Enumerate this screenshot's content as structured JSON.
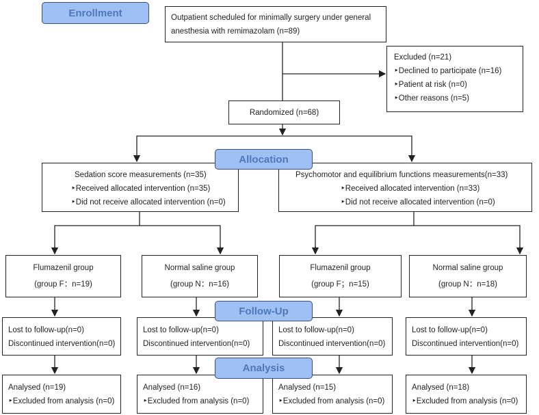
{
  "stages": {
    "enrollment": "Enrollment",
    "allocation": "Allocation",
    "followup": "Follow-Up",
    "analysis": "Analysis"
  },
  "enrollment": {
    "line1": "Outpatient scheduled for minimally surgery under general",
    "line2": "anesthesia with remimazolam (n=89)"
  },
  "excluded": {
    "title": "Excluded (n=21)",
    "items": [
      "‣Declined to participate (n=16)",
      "‣Patient at risk (n=0)",
      "‣Other reasons (n=5)"
    ]
  },
  "randomized": "Randomized (n=68)",
  "allocation": [
    {
      "title": "Sedation score measurements (n=35)",
      "received": "‣Received allocated intervention (n=35)",
      "not_received": "‣Did not receive allocated intervention (n=0)"
    },
    {
      "title": "Psychomotor and equilibrium functions measurements(n=33)",
      "received": "‣Received allocated intervention (n=33)",
      "not_received": "‣Did not receive allocated intervention (n=0)"
    }
  ],
  "groups": [
    {
      "name": "Flumazenil group",
      "n": "(group F：n=19)",
      "lost": "Lost to follow-up(n=0)",
      "disc": "Discontinued intervention(n=0)",
      "analysed": "Analysed (n=19)",
      "excl": "‣Excluded from analysis (n=0)"
    },
    {
      "name": "Normal saline group",
      "n": "(group N：n=16)",
      "lost": "Lost to follow-up(n=0)",
      "disc": "Discontinued intervention(n=0)",
      "analysed": "Analysed (n=16)",
      "excl": "‣Excluded from analysis (n=0)"
    },
    {
      "name": "Flumazenil group",
      "n": "(group F；n=15)",
      "lost": "Lost to follow-up(n=0)",
      "disc": "Discontinued intervention(n=0)",
      "analysed": "Analysed (n=15)",
      "excl": "‣Excluded from analysis (n=0)"
    },
    {
      "name": "Normal saline group",
      "n": "(group N：n=18)",
      "lost": "Lost to follow-up(n=0)",
      "disc": "Discontinued intervention(n=0)",
      "analysed": "Analysed (n=18)",
      "excl": "‣Excluded from analysis (n=0)"
    }
  ],
  "colors": {
    "stage_fill": "#9fc0f5",
    "stage_text": "#4f78b8"
  }
}
